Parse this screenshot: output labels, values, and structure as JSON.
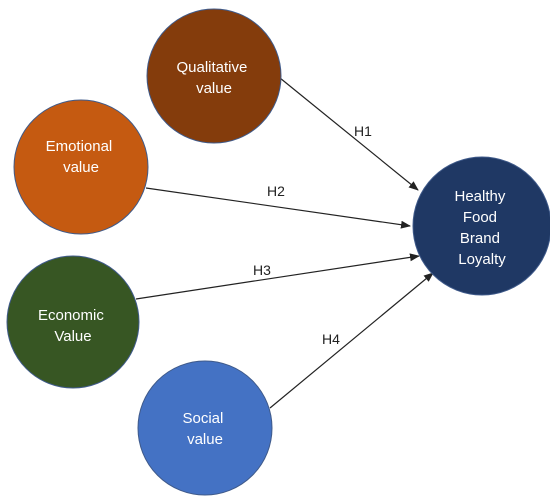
{
  "nodes": {
    "qualitative": {
      "lines": [
        "Qualitative",
        "value"
      ],
      "color": "#843C0C"
    },
    "emotional": {
      "lines": [
        "Emotional",
        "value"
      ],
      "color": "#C55A11"
    },
    "economic": {
      "lines": [
        "Economic",
        "Value"
      ],
      "color": "#375623"
    },
    "social": {
      "lines": [
        "Social",
        "value"
      ],
      "color": "#4472C4"
    },
    "target": {
      "lines": [
        "Healthy",
        "Food",
        "Brand",
        "Loyalty"
      ],
      "color": "#1F3864"
    }
  },
  "edges": {
    "h1": "H1",
    "h2": "H2",
    "h3": "H3",
    "h4": "H4"
  }
}
